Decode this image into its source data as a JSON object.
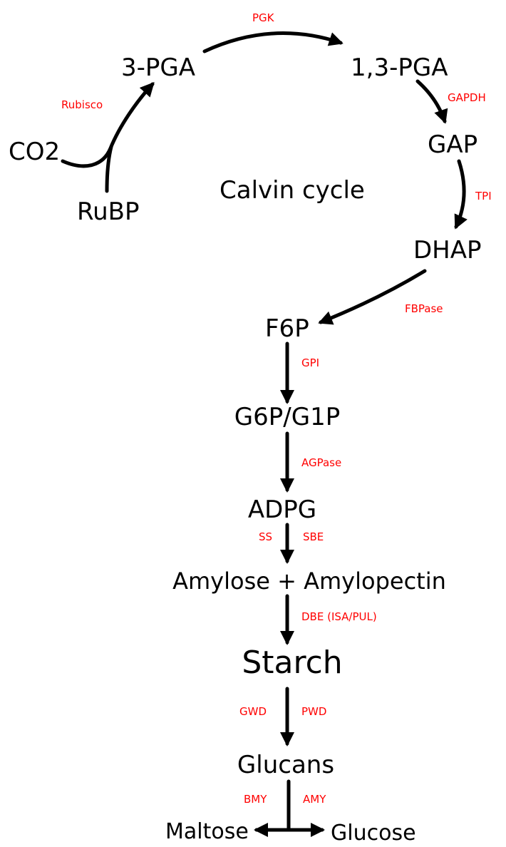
{
  "colors": {
    "metabolite": "#000000",
    "enzyme": "#ff0000",
    "arrow": "#000000"
  },
  "cycle_label": "Calvin cycle",
  "metabolites": {
    "co2": "CO2",
    "rubp": "RuBP",
    "pga3": "3-PGA",
    "pga13": "1,3-PGA",
    "gap": "GAP",
    "dhap": "DHAP",
    "f6p": "F6P",
    "g6p_g1p": "G6P/G1P",
    "adpg": "ADPG",
    "amylose_amylopectin": "Amylose + Amylopectin",
    "starch": "Starch",
    "glucans": "Glucans",
    "maltose": "Maltose",
    "glucose": "Glucose"
  },
  "enzymes": {
    "rubisco": "Rubisco",
    "pgk": "PGK",
    "gapdh": "GAPDH",
    "tpi": "TPI",
    "fbpase": "FBPase",
    "gpi": "GPI",
    "agpase": "AGPase",
    "ss": "SS",
    "sbe": "SBE",
    "dbe": "DBE (ISA/PUL)",
    "gwd": "GWD",
    "pwd": "PWD",
    "bmy": "BMY",
    "amy": "AMY"
  }
}
